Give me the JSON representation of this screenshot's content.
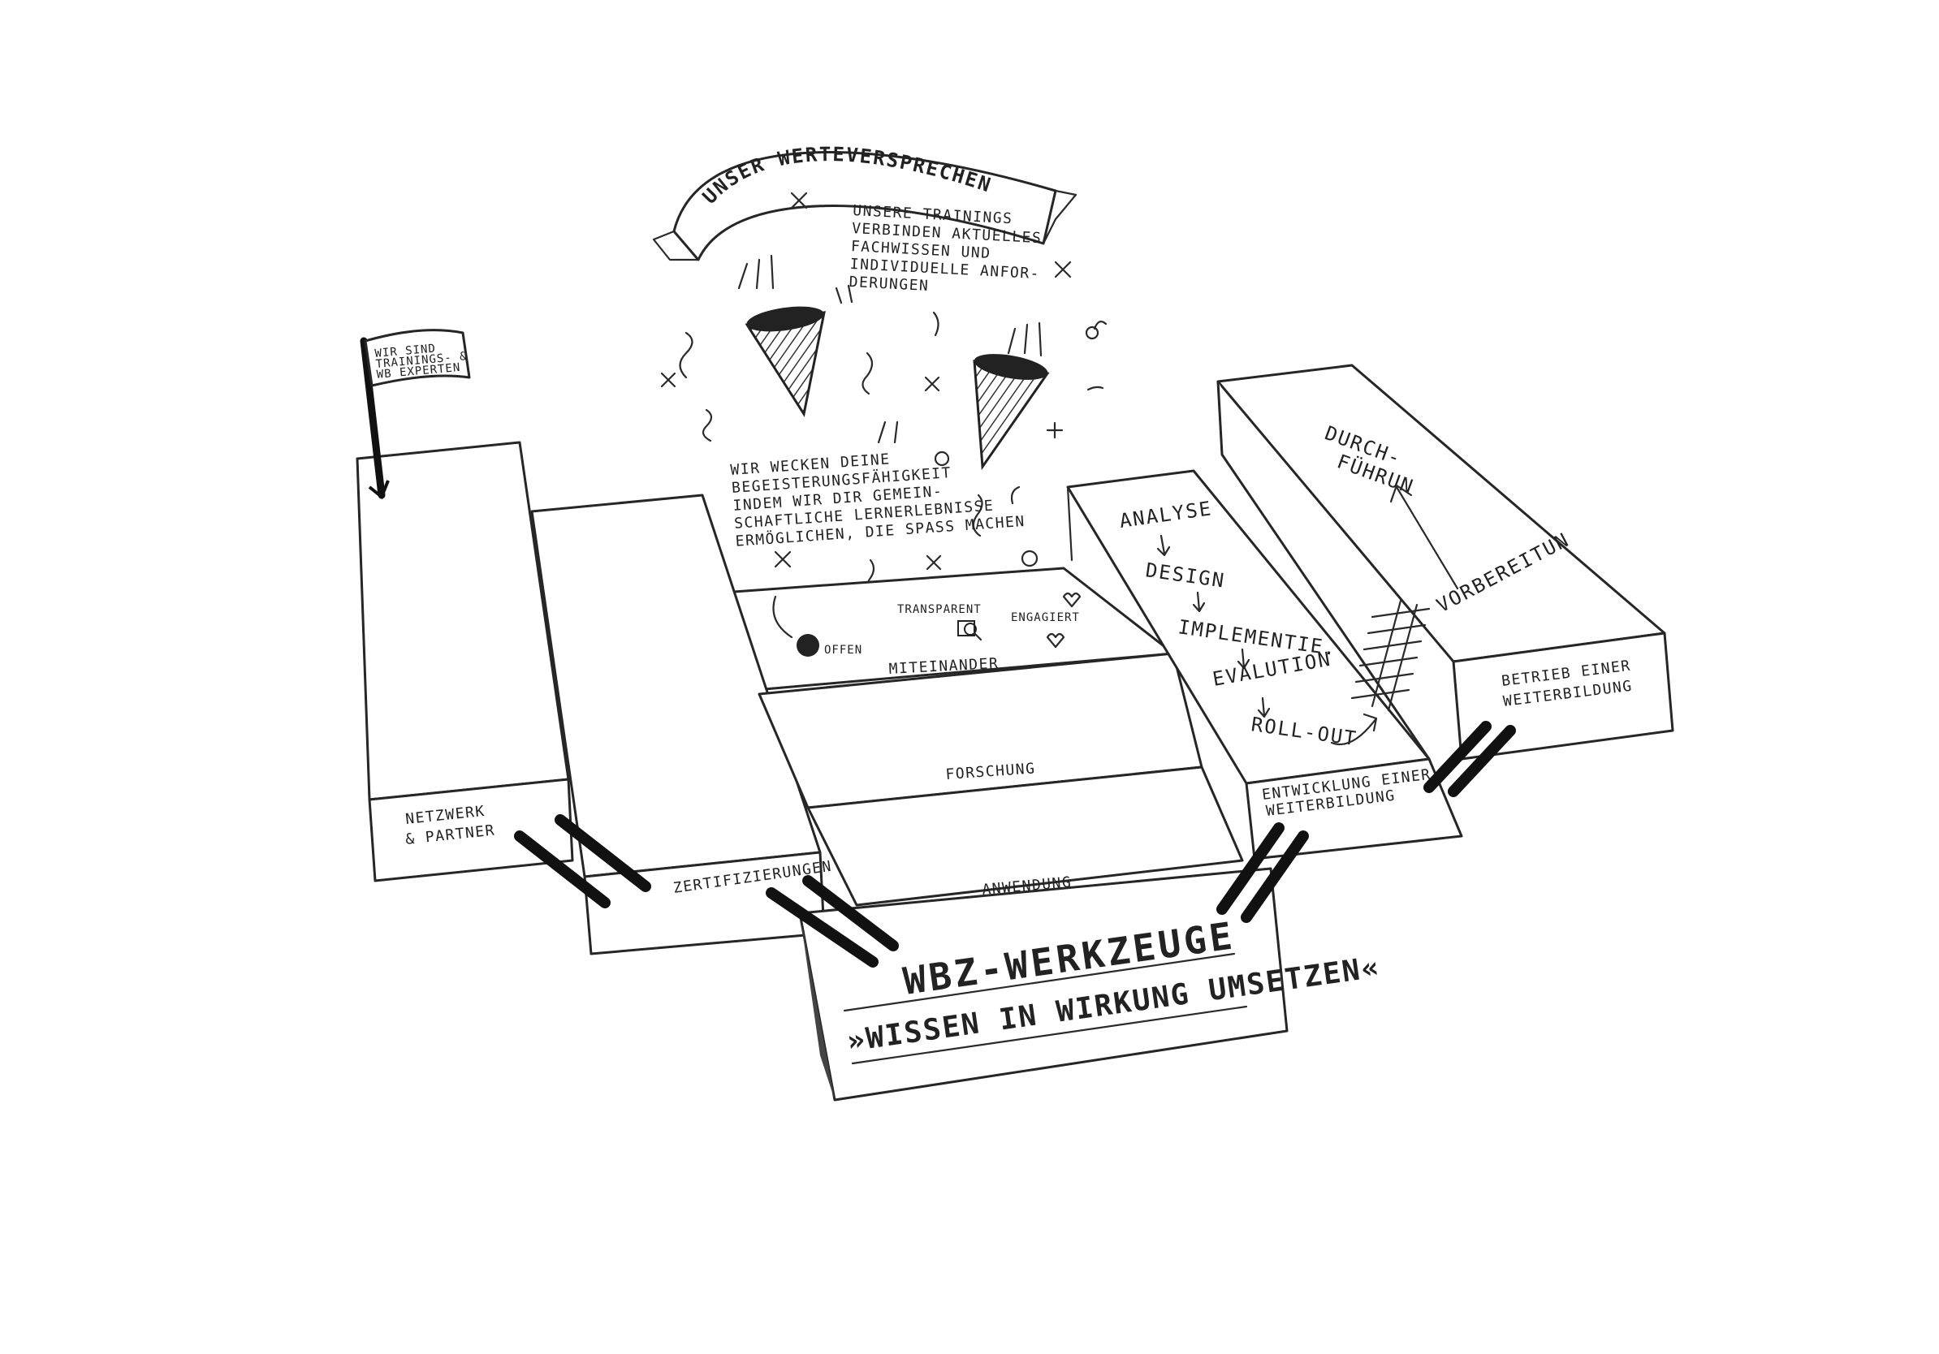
{
  "banner": {
    "text": "UNSER WERTEVERSPRECHEN"
  },
  "promise_top": [
    "UNSERE TRAININGS",
    "VERBINDEN AKTUELLES",
    "FACHWISSEN UND",
    "INDIVIDUELLE ANFOR-",
    "DERUNGEN"
  ],
  "promise_bottom": [
    "WIR WECKEN DEINE",
    "BEGEISTERUNGSFÄHIGKEIT",
    "INDEM WIR DIR GEMEIN-",
    "SCHAFTLICHE LERNERLEBNISSE",
    "ERMÖGLICHEN, DIE SPASS MACHEN"
  ],
  "flag": {
    "lines": [
      "WIR SIND",
      "TRAININGS- &",
      "WB EXPERTEN"
    ]
  },
  "values": {
    "offen": "OFFEN",
    "transparent": "TRANSPARENT",
    "engagiert": "ENGAGIERT",
    "miteinander": "MITEINANDER"
  },
  "compartments": {
    "netzwerk": [
      "NETZWERK",
      "& PARTNER"
    ],
    "zertifizierungen": "ZERTIFIZIERUNGEN",
    "forschung": "FORSCHUNG",
    "anwendung": "ANWENDUNG",
    "entwicklung": [
      "ENTWICKLUNG EINER",
      "WEITERBILDUNG"
    ],
    "betrieb": [
      "BETRIEB EINER",
      "WEITERBILDUNG"
    ]
  },
  "process": {
    "steps": [
      "ANALYSE",
      "DESIGN",
      "IMPLEMENTIE.",
      "EVALUTION",
      "ROLL-OUT"
    ]
  },
  "phases": {
    "durchfuehrung": [
      "DURCH-",
      "FÜHRUN"
    ],
    "vorbereitung": "VORBEREITUN"
  },
  "box_front": {
    "title": "WBZ-WERKZEUGE",
    "subtitle": "»WISSEN IN WIRKUNG UMSETZEN«"
  }
}
